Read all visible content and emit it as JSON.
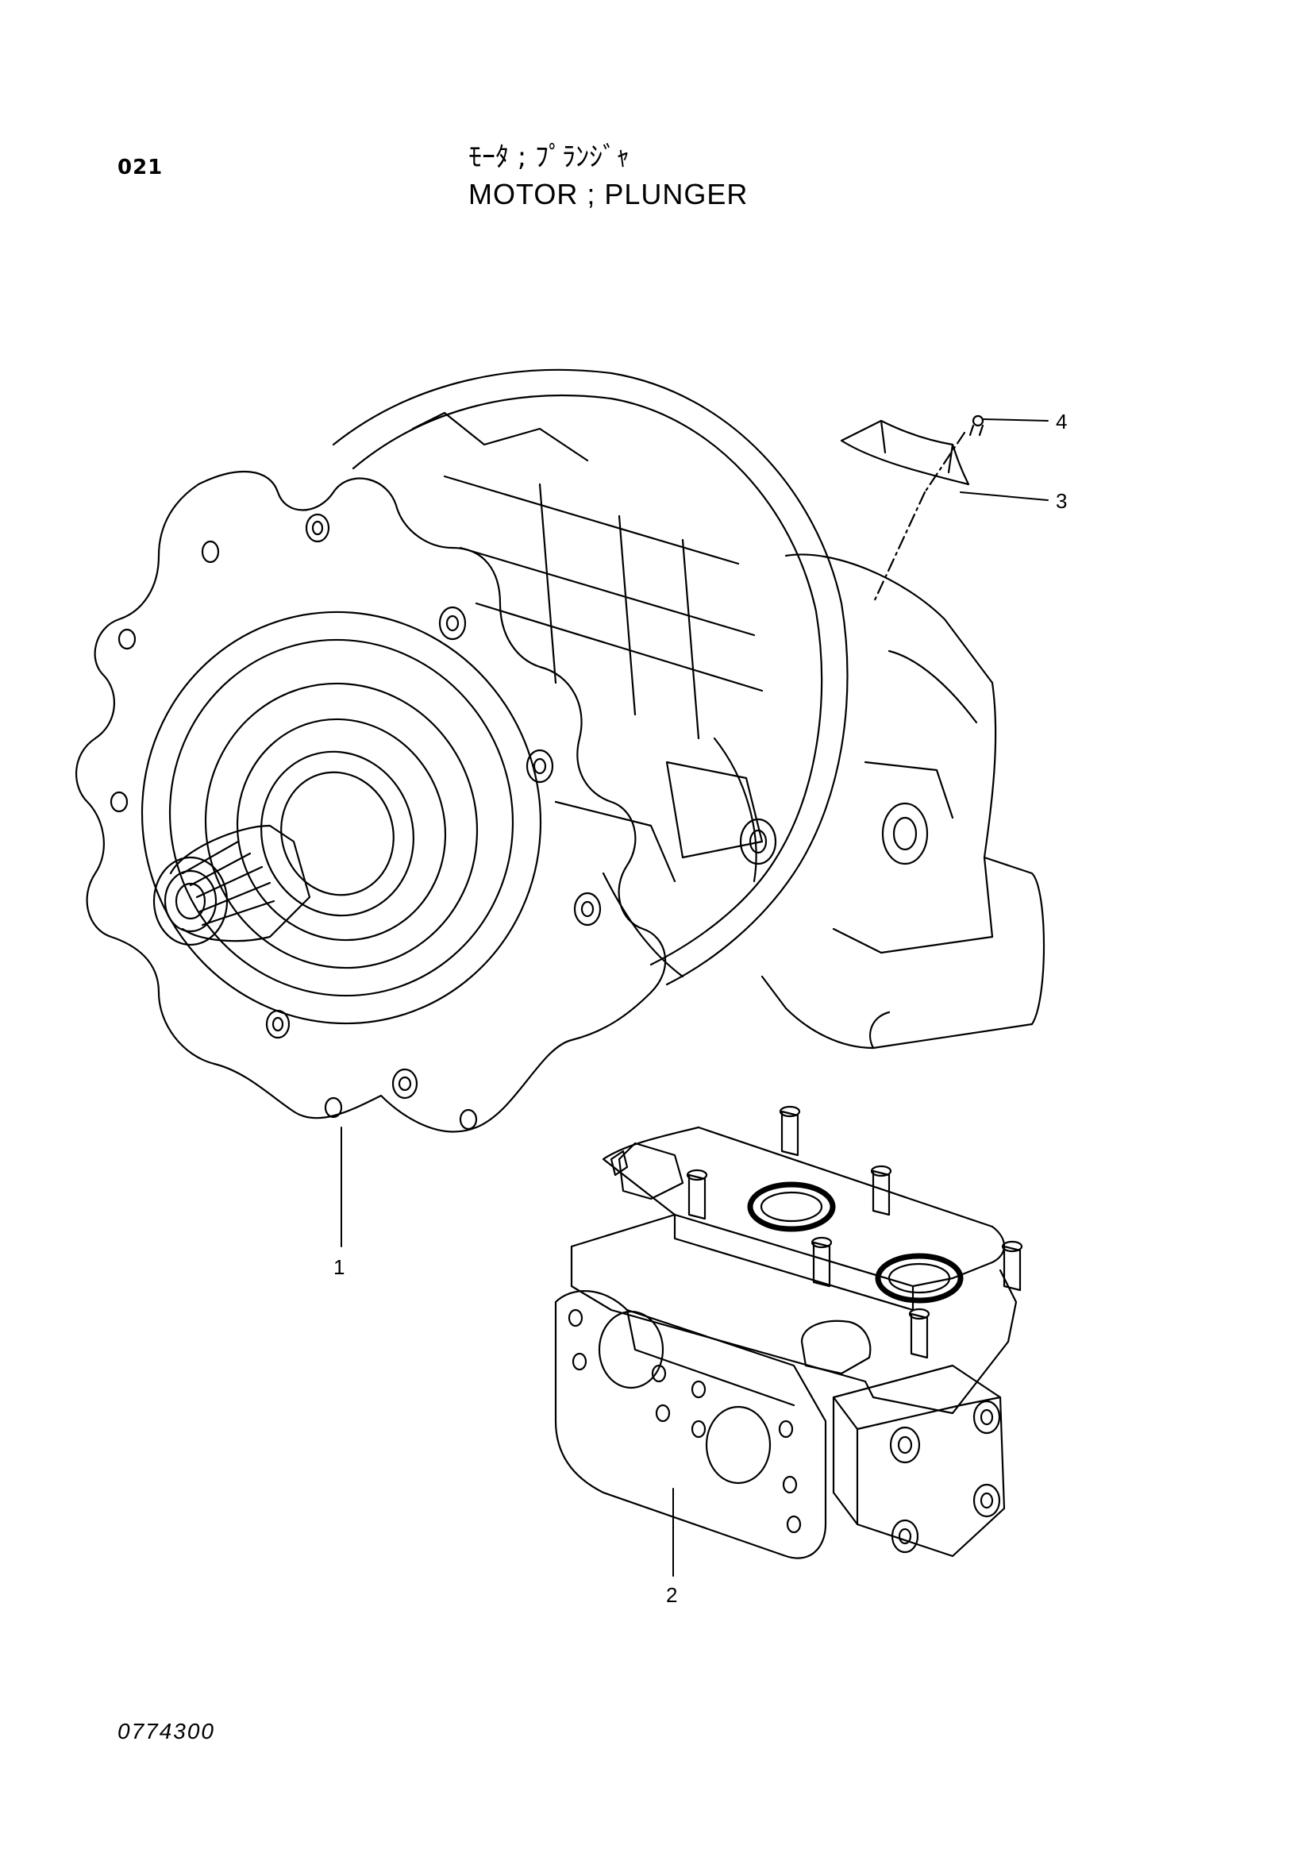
{
  "header": {
    "page_code": "021",
    "title_jp": "ﾓｰﾀ ; ﾌﾟﾗﾝｼﾞｬ",
    "title_en": "MOTOR ; PLUNGER"
  },
  "callouts": [
    {
      "id": "1",
      "label": "1"
    },
    {
      "id": "2",
      "label": "2"
    },
    {
      "id": "3",
      "label": "3"
    },
    {
      "id": "4",
      "label": "4"
    }
  ],
  "footer": {
    "drawing_number": "0774300"
  }
}
